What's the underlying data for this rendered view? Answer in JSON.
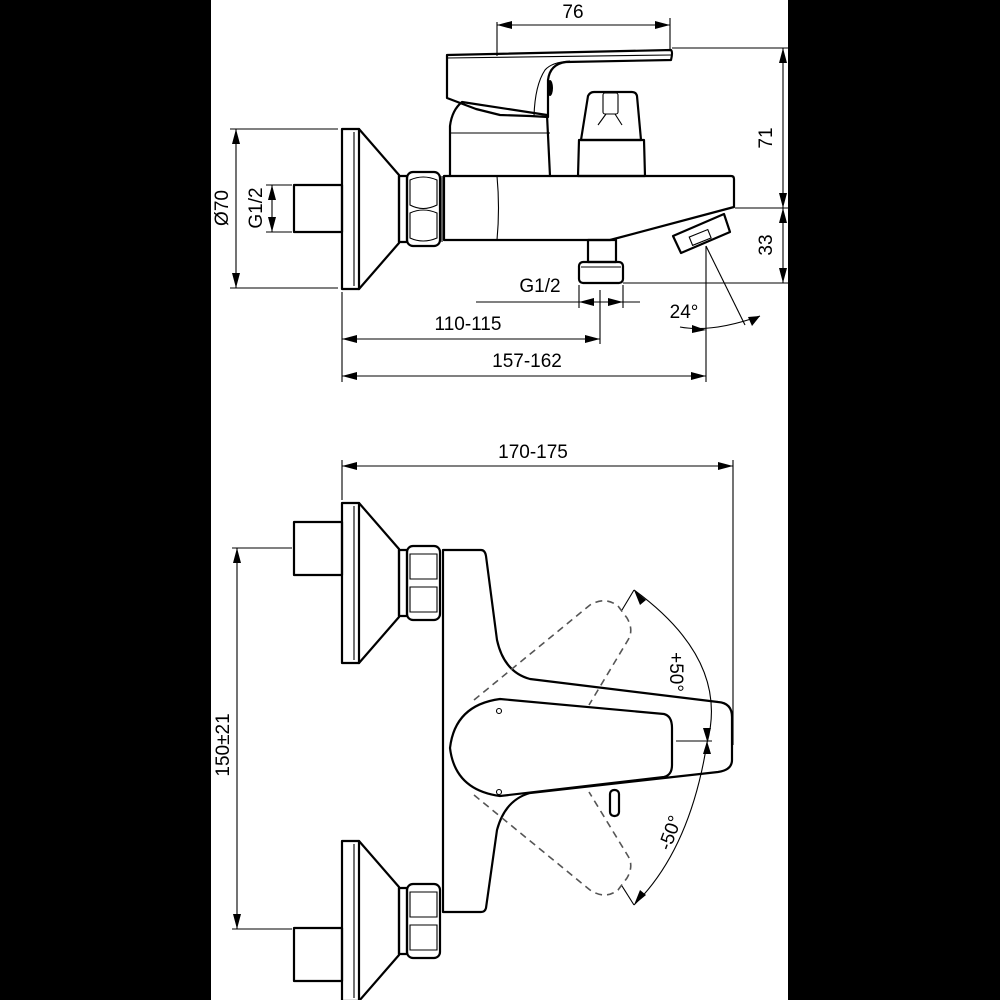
{
  "drawing": {
    "title": "Wall-mounted single-lever bath mixer – dimensional drawing",
    "background": "#000000",
    "sheet_color": "#ffffff",
    "line_color": "#000000"
  },
  "side_view": {
    "dimensions": {
      "lever_length": "76",
      "height_total": "71",
      "spout_drop": "33",
      "flange_diameter": "Ø70",
      "inlet_thread": "G1/2",
      "outlet_thread": "G1/2",
      "wall_to_outlet": "110-115",
      "wall_to_spout": "157-162",
      "spout_angle": "24°"
    }
  },
  "top_view": {
    "dimensions": {
      "overall_depth": "170-175",
      "inlet_centres": "150±21",
      "lever_rotation_plus": "+50°",
      "lever_rotation_minus": "-50°"
    }
  }
}
